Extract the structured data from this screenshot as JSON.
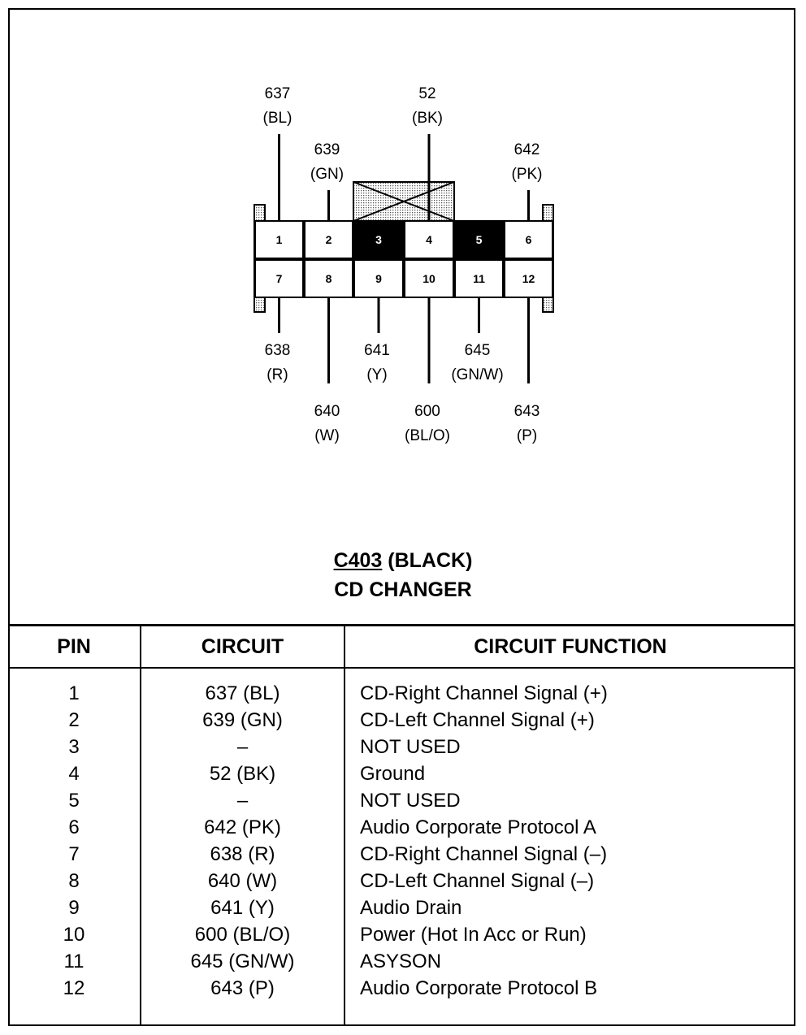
{
  "connector": {
    "id": "C403",
    "color": "(BLACK)",
    "name": "CD CHANGER",
    "top_row": [
      {
        "pin": "1",
        "filled": false
      },
      {
        "pin": "2",
        "filled": false
      },
      {
        "pin": "3",
        "filled": true
      },
      {
        "pin": "4",
        "filled": false
      },
      {
        "pin": "5",
        "filled": true
      },
      {
        "pin": "6",
        "filled": false
      }
    ],
    "bottom_row": [
      {
        "pin": "7",
        "filled": false
      },
      {
        "pin": "8",
        "filled": false
      },
      {
        "pin": "9",
        "filled": false
      },
      {
        "pin": "10",
        "filled": false
      },
      {
        "pin": "11",
        "filled": false
      },
      {
        "pin": "12",
        "filled": false
      }
    ],
    "wires_top": [
      {
        "pin": "1",
        "circuit": "637",
        "color": "(BL)"
      },
      {
        "pin": "4",
        "circuit": "52",
        "color": "(BK)"
      },
      {
        "pin": "2",
        "circuit": "639",
        "color": "(GN)"
      },
      {
        "pin": "6",
        "circuit": "642",
        "color": "(PK)"
      }
    ],
    "wires_bottom": [
      {
        "pin": "7",
        "circuit": "638",
        "color": "(R)"
      },
      {
        "pin": "9",
        "circuit": "641",
        "color": "(Y)"
      },
      {
        "pin": "11",
        "circuit": "645",
        "color": "(GN/W)"
      },
      {
        "pin": "8",
        "circuit": "640",
        "color": "(W)"
      },
      {
        "pin": "10",
        "circuit": "600",
        "color": "(BL/O)"
      },
      {
        "pin": "12",
        "circuit": "643",
        "color": "(P)"
      }
    ]
  },
  "table": {
    "headers": {
      "pin": "PIN",
      "circuit": "CIRCUIT",
      "function": "CIRCUIT FUNCTION"
    },
    "rows": [
      {
        "pin": "1",
        "circuit": "637 (BL)",
        "function": "CD-Right Channel Signal (+)"
      },
      {
        "pin": "2",
        "circuit": "639 (GN)",
        "function": "CD-Left Channel Signal (+)"
      },
      {
        "pin": "3",
        "circuit": "–",
        "function": "NOT USED"
      },
      {
        "pin": "4",
        "circuit": "52 (BK)",
        "function": "Ground"
      },
      {
        "pin": "5",
        "circuit": "–",
        "function": "NOT USED"
      },
      {
        "pin": "6",
        "circuit": "642 (PK)",
        "function": "Audio Corporate Protocol A"
      },
      {
        "pin": "7",
        "circuit": "638 (R)",
        "function": "CD-Right Channel Signal (–)"
      },
      {
        "pin": "8",
        "circuit": "640 (W)",
        "function": "CD-Left Channel Signal (–)"
      },
      {
        "pin": "9",
        "circuit": "641 (Y)",
        "function": "Audio Drain"
      },
      {
        "pin": "10",
        "circuit": "600 (BL/O)",
        "function": "Power (Hot In Acc or Run)"
      },
      {
        "pin": "11",
        "circuit": "645 (GN/W)",
        "function": "ASYSON"
      },
      {
        "pin": "12",
        "circuit": "643 (P)",
        "function": "Audio Corporate Protocol B"
      }
    ]
  }
}
